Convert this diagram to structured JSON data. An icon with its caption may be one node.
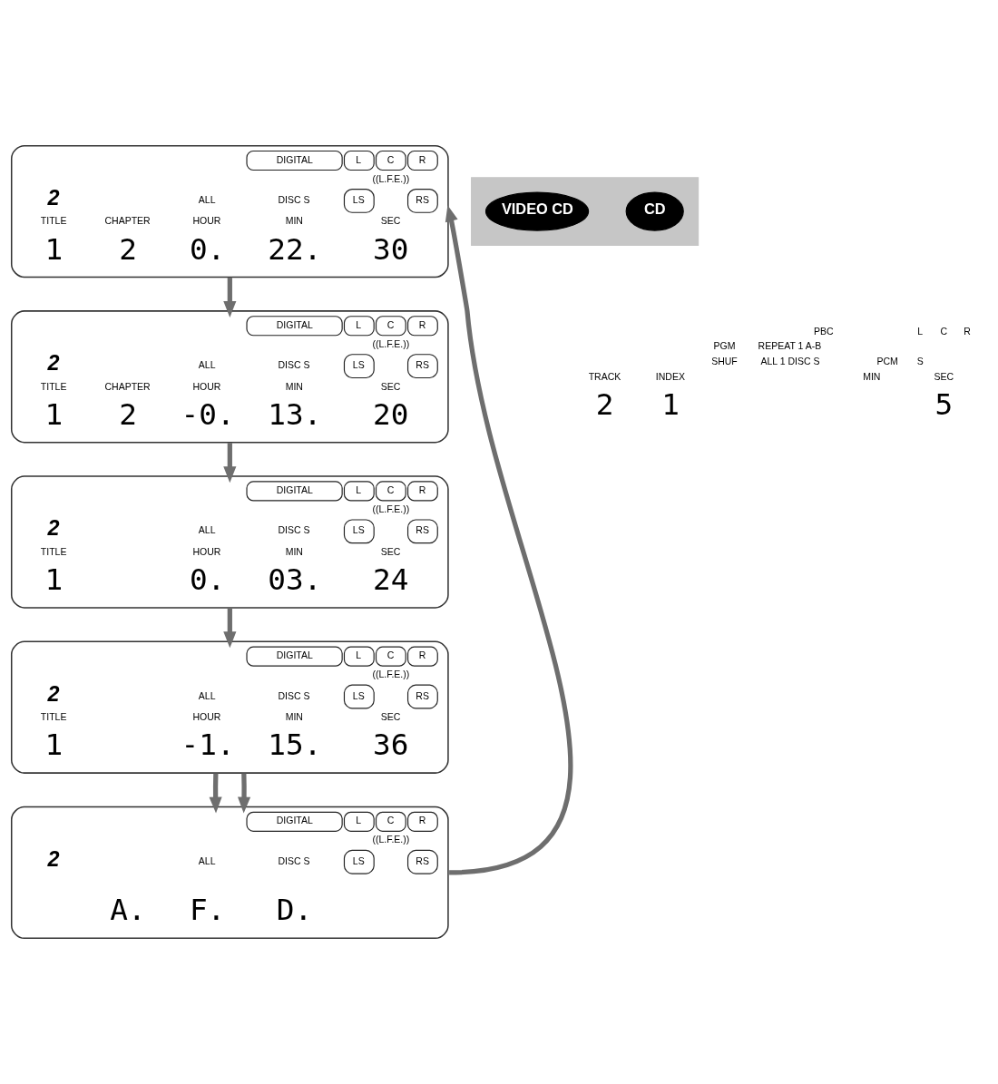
{
  "diagram": {
    "nodes": [
      {
        "text": [
          "DIGITAL",
          "L",
          "C",
          "R",
          "((L.F.E.))",
          "2",
          "ALL",
          "DISC S",
          "LS",
          "RS",
          "TITLE",
          "CHAPTER",
          "HOUR",
          "MIN",
          "SEC",
          "1",
          "2",
          "0.",
          "22.",
          "30"
        ]
      },
      {
        "text": [
          "DIGITAL",
          "L",
          "C",
          "R",
          "((L.F.E.))",
          "2",
          "ALL",
          "DISC S",
          "LS",
          "RS",
          "TITLE",
          "CHAPTER",
          "HOUR",
          "MIN",
          "SEC",
          "1",
          "2",
          "-0.",
          "13.",
          "20"
        ]
      },
      {
        "text": [
          "DIGITAL",
          "L",
          "C",
          "R",
          "((L.F.E.))",
          "2",
          "ALL",
          "DISC S",
          "LS",
          "RS",
          "TITLE",
          "HOUR",
          "MIN",
          "SEC",
          "1",
          "0.",
          "03.",
          "24"
        ]
      },
      {
        "text": [
          "DIGITAL",
          "L",
          "C",
          "R",
          "((L.F.E.))",
          "2",
          "ALL",
          "DISC S",
          "LS",
          "RS",
          "TITLE",
          "HOUR",
          "MIN",
          "SEC",
          "1",
          "-1.",
          "15.",
          "36"
        ]
      },
      {
        "text": [
          "DIGITAL",
          "L",
          "C",
          "R",
          "((L.F.E.))",
          "2",
          "ALL",
          "DISC S",
          "LS",
          "RS",
          "A.",
          "F.",
          "D."
        ]
      },
      {
        "text": [],
        "shape": "box"
      },
      {
        "text": [
          "VIDEO CD"
        ],
        "in": 5
      },
      {
        "text": [
          "CD"
        ],
        "in": 5
      }
    ],
    "edges": [
      {
        "from": 0,
        "to": 1,
        "arrow": "to"
      },
      {
        "from": 1,
        "to": 2,
        "arrow": "to"
      },
      {
        "from": 2,
        "to": 3,
        "arrow": "to"
      },
      {
        "from": 3,
        "to": 4,
        "arrow": "to"
      },
      {
        "from": 3,
        "to": 4,
        "arrow": "to"
      },
      {
        "from": 4,
        "to": 0,
        "arrow": "to"
      }
    ],
    "labels": [
      "PBC",
      "L",
      "C",
      "R",
      "PGM",
      "REPEAT 1 A-B",
      "SHUF",
      "ALL 1 DISC S",
      "PCM",
      "S",
      "TRACK",
      "INDEX",
      "MIN",
      "SEC",
      "2",
      "1",
      "5"
    ]
  }
}
